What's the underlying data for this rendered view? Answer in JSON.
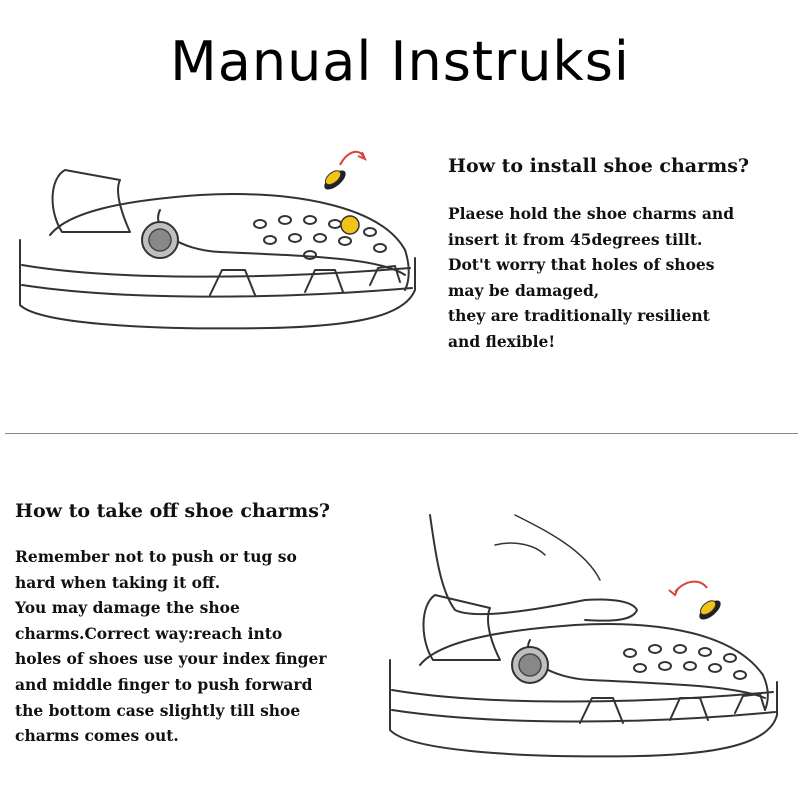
{
  "title": "Manual Instruksi",
  "install": {
    "heading": "How to install shoe charms?",
    "lines": [
      "Plaese hold the shoe charms and",
      "insert it from 45degrees tillt.",
      "Dot't worry that holes of shoes",
      "may be damaged,",
      "they are traditionally resilient",
      "and flexible!"
    ]
  },
  "remove": {
    "heading": "How to take off shoe charms?",
    "lines": [
      "Remember not to push or tug so",
      "hard when taking it off.",
      "You may damage the shoe",
      "charms.Correct way:reach into",
      "holes of shoes use your index finger",
      "and middle finger to push forward",
      "the bottom case slightly till shoe",
      "charms comes out."
    ]
  },
  "colors": {
    "charm_yellow": "#f2c418",
    "arrow_red": "#d8453a",
    "outline": "#333333"
  }
}
